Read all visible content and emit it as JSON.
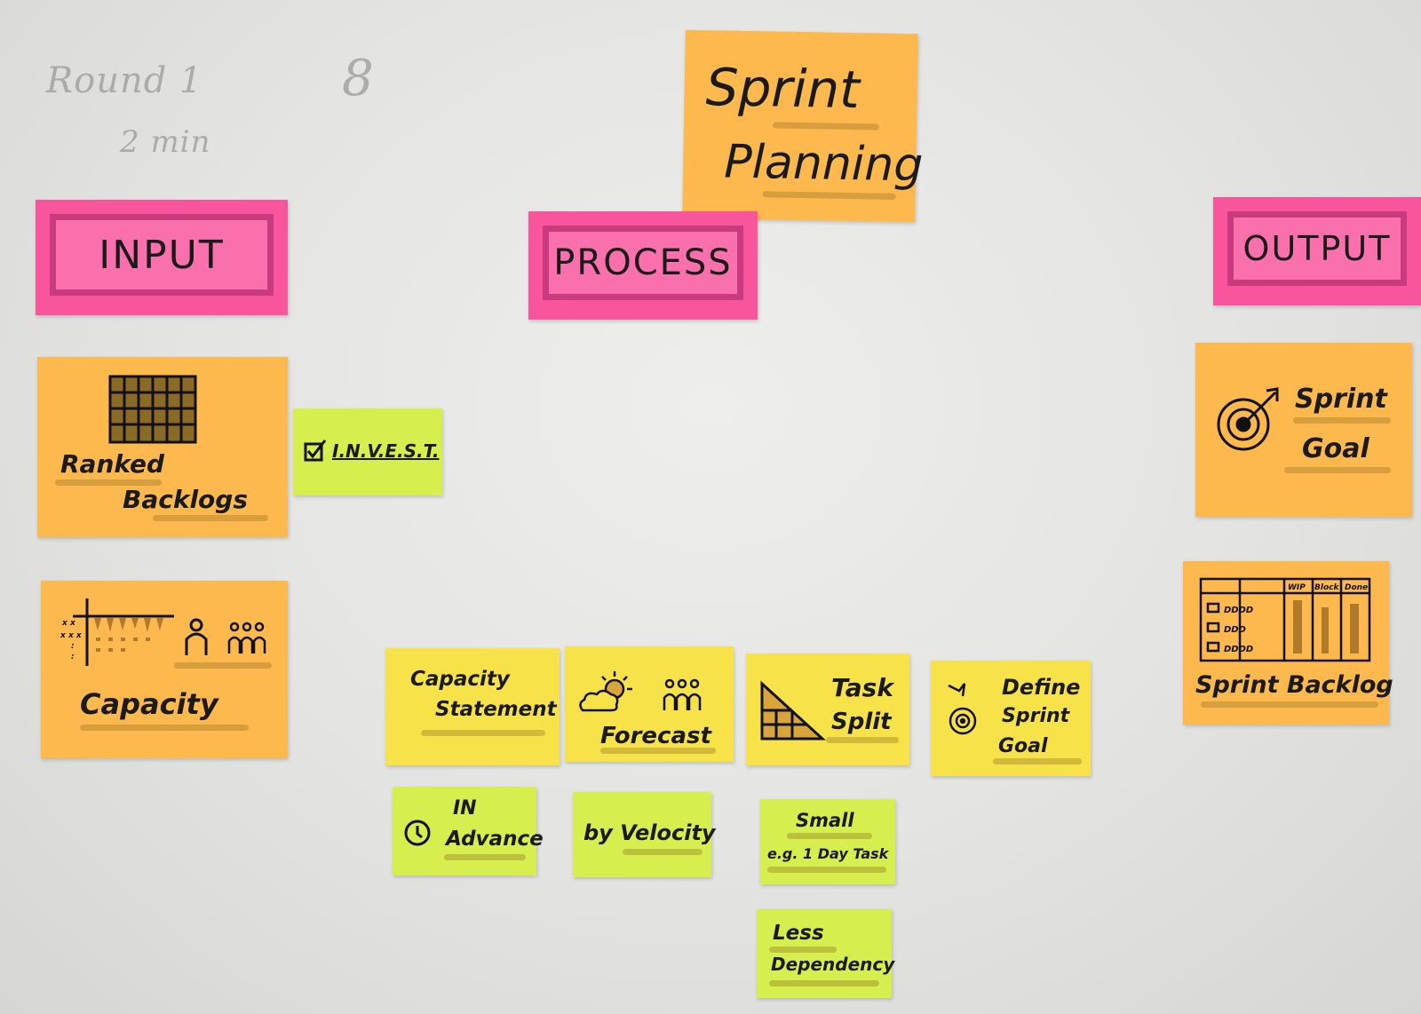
{
  "pencil_notes": [
    "Round 1",
    "8",
    "2 min"
  ],
  "title": {
    "line1": "Sprint",
    "line2": "Planning"
  },
  "headers": {
    "input": "INPUT",
    "process": "PROCESS",
    "output": "OUTPUT"
  },
  "input": {
    "ranked_backlogs": {
      "line1": "Ranked",
      "line2": "Backlogs"
    },
    "invest": "I.N.V.E.S.T.",
    "capacity": "Capacity"
  },
  "process": {
    "capacity_statement": {
      "line1": "Capacity",
      "line2": "Statement"
    },
    "in_advance": {
      "line1": "IN",
      "line2": "Advance"
    },
    "forecast": "Forecast",
    "by_velocity": "by Velocity",
    "task_split": {
      "line1": "Task",
      "line2": "Split"
    },
    "small": {
      "line1": "Small",
      "line2": "e.g. 1 Day Task"
    },
    "less_dependency": {
      "line1": "Less",
      "line2": "Dependency"
    },
    "define_goal": {
      "line1": "Define",
      "line2": "Sprint",
      "line3": "Goal"
    }
  },
  "output": {
    "sprint_goal": {
      "line1": "Sprint",
      "line2": "Goal"
    },
    "sprint_backlog": "Sprint Backlog",
    "board_columns": [
      "WIP",
      "Block",
      "Done"
    ]
  },
  "colors": {
    "orange_note": "#fdb84e",
    "pink_note": "#f8559d",
    "yellow_note": "#f8e24a",
    "lime_note": "#d6ee4e",
    "whiteboard": "#e6e6e4"
  },
  "icons": [
    "grid-icon",
    "checkbox-icon",
    "capacity-chart-icon",
    "person-icon",
    "team-icon",
    "clock-icon",
    "cloud-sun-icon",
    "triangle-split-icon",
    "target-icon",
    "target-arrow-icon",
    "kanban-board-icon"
  ]
}
